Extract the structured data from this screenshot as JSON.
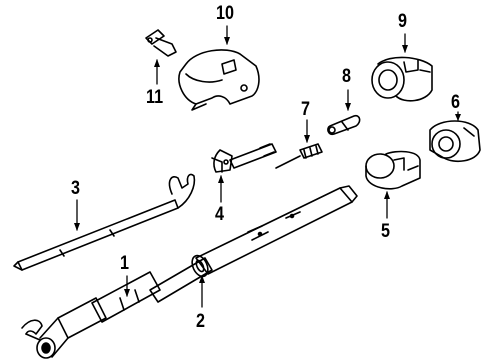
{
  "diagram": {
    "parts": [
      {
        "id": "part-1",
        "number": "1"
      },
      {
        "id": "part-2",
        "number": "2"
      },
      {
        "id": "part-3",
        "number": "3"
      },
      {
        "id": "part-4",
        "number": "4"
      },
      {
        "id": "part-5",
        "number": "5"
      },
      {
        "id": "part-6",
        "number": "6"
      },
      {
        "id": "part-7",
        "number": "7"
      },
      {
        "id": "part-8",
        "number": "8"
      },
      {
        "id": "part-9",
        "number": "9"
      },
      {
        "id": "part-10",
        "number": "10"
      },
      {
        "id": "part-11",
        "number": "11"
      }
    ]
  }
}
